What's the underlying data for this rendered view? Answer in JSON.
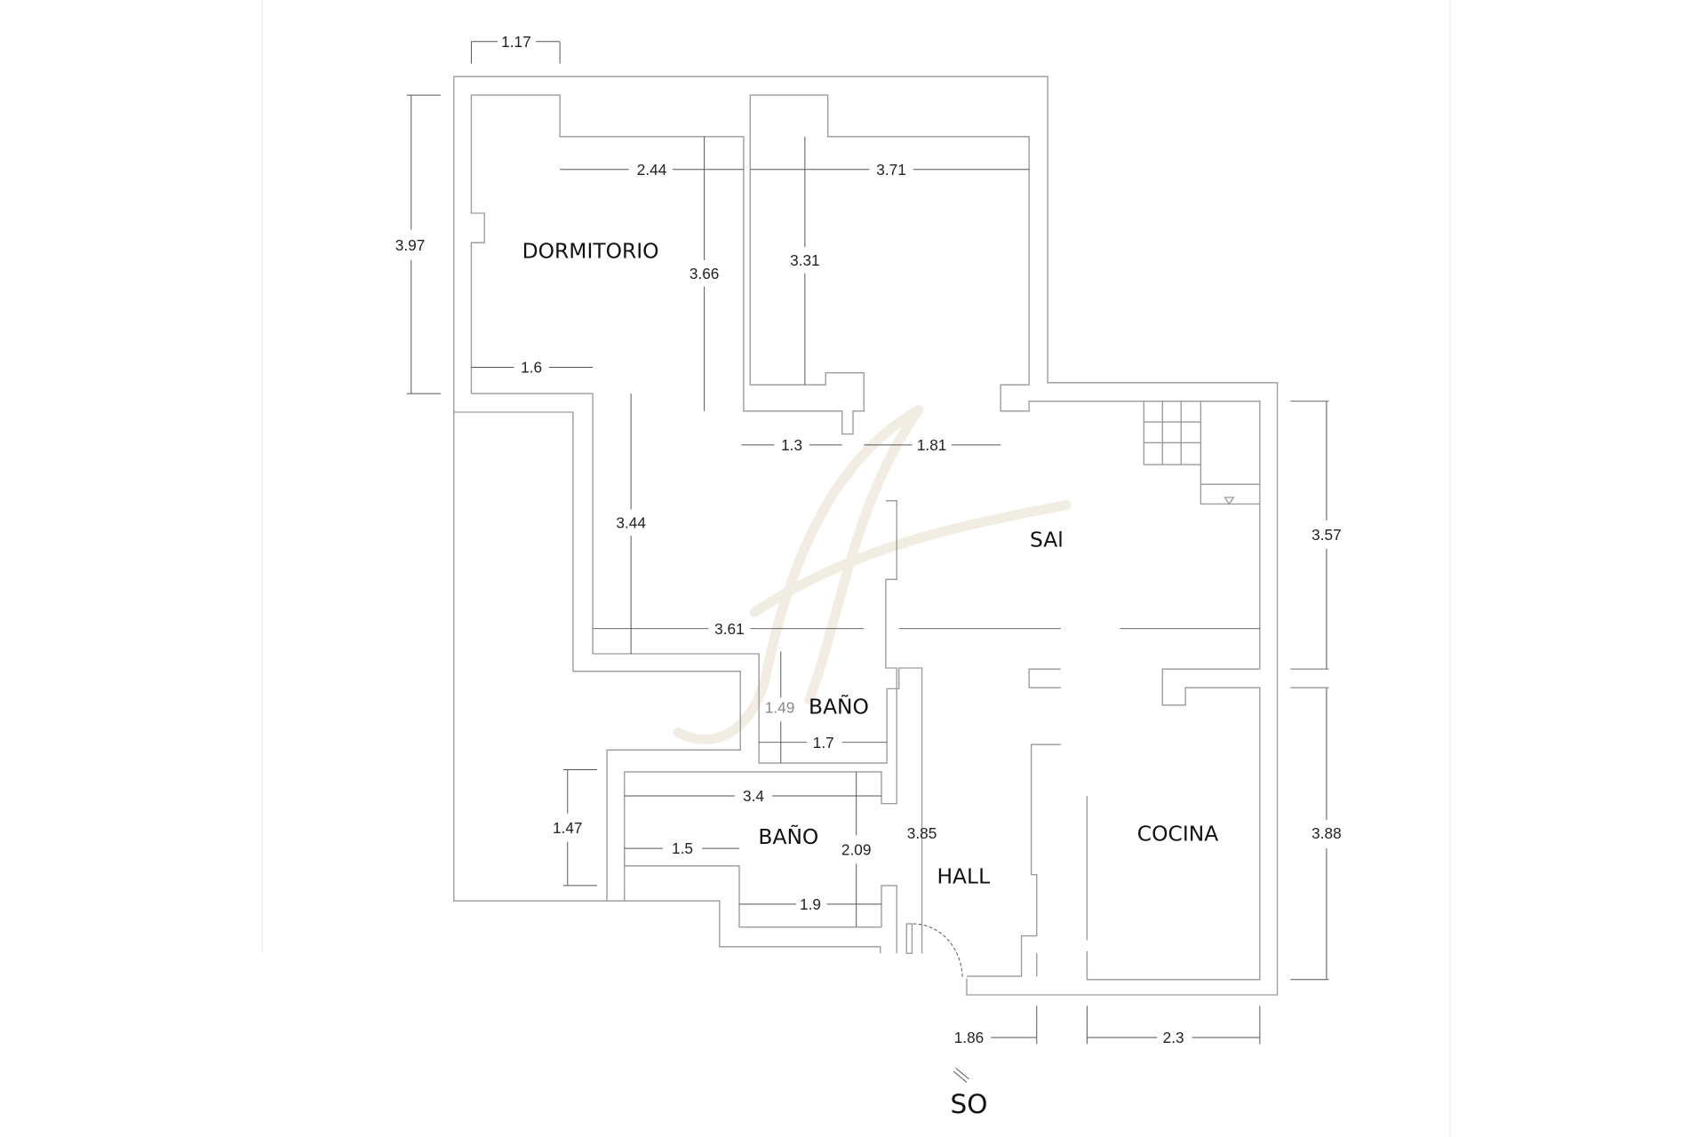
{
  "rooms": {
    "dormitorio": "DORMITORIO",
    "salon": "SAl",
    "bano1": "BAÑO",
    "bano2": "BAÑO",
    "hall": "HALL",
    "cocina": "COCINA"
  },
  "orientation": "SO",
  "dimensions": {
    "d117": "1.17",
    "d397": "3.97",
    "d244": "2.44",
    "d371": "3.71",
    "d366": "3.66",
    "d331": "3.31",
    "d16": "1.6",
    "d13": "1.3",
    "d181": "1.81",
    "d344": "3.44",
    "d357": "3.57",
    "d361": "3.61",
    "d149": "1.49",
    "d17": "1.7",
    "d34": "3.4",
    "d147": "1.47",
    "d15": "1.5",
    "d209": "2.09",
    "d385": "3.85",
    "d19": "1.9",
    "d388": "3.88",
    "d186": "1.86",
    "d23": "2.3"
  },
  "colors": {
    "wall": "#9a9a9a",
    "text": "#222222",
    "watermark": "#f3efe4"
  }
}
